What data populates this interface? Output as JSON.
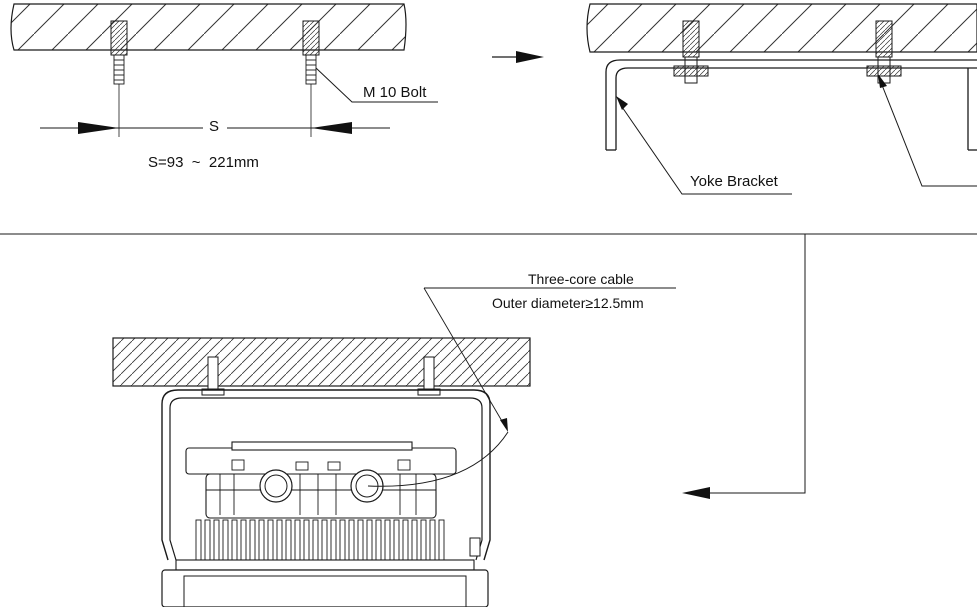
{
  "labels": {
    "bolt": "M 10 Bolt",
    "spacing_symbol": "S",
    "spacing_range": "S=93  ~  221mm",
    "yoke_bracket": "Yoke Bracket",
    "cable_title": "Three-core cable",
    "cable_diameter": "Outer diameter≥12.5mm"
  },
  "colors": {
    "line": "#1a1a1a",
    "hatch": "#333333",
    "background": "#ffffff"
  }
}
